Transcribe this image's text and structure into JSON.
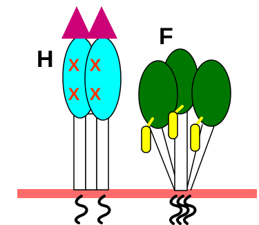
{
  "labels": {
    "h": "H",
    "f": "F",
    "mark": "X"
  },
  "colors": {
    "membrane": "#ff6b6b",
    "h_body": "#00ffff",
    "h_cap": "#cc0077",
    "h_mark": "#ff3300",
    "f_head": "#007700",
    "f_peptide": "#ffff00",
    "stalk": "#ffffff",
    "outline": "#000000",
    "tail": "#000000"
  }
}
